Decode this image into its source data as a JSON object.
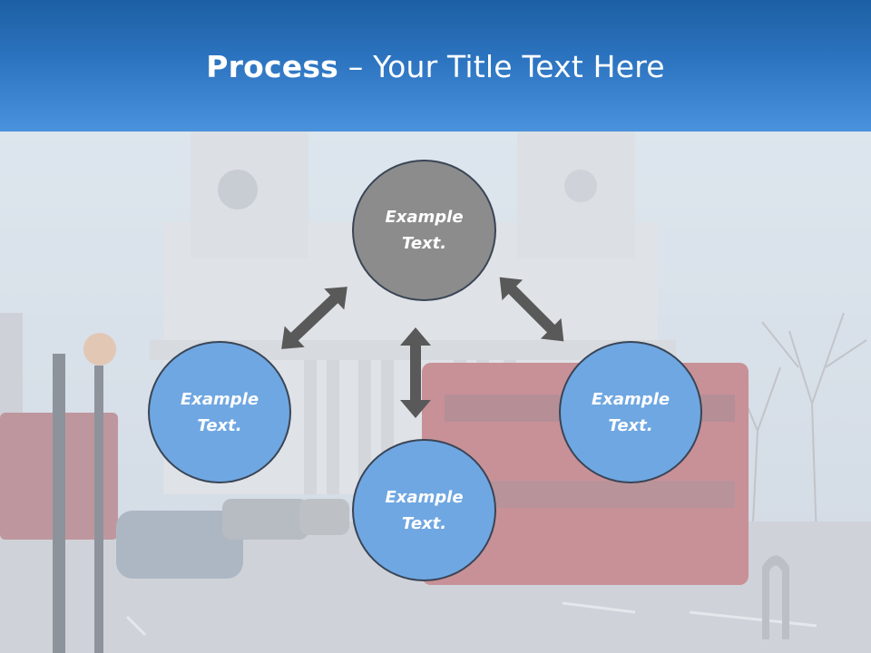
{
  "slide": {
    "title_bold": "Process",
    "title_rest": " – Your Title Text Here"
  },
  "diagram": {
    "top": {
      "line1": "Example",
      "line2": "Text."
    },
    "left": {
      "line1": "Example",
      "line2": "Text."
    },
    "right": {
      "line1": "Example",
      "line2": "Text."
    },
    "bottom": {
      "line1": "Example",
      "line2": "Text."
    }
  },
  "colors": {
    "header_blue": "#2c74c0",
    "circle_gray": "#8c8c8c",
    "circle_blue": "#6fa7e2",
    "arrow_gray": "#595959"
  }
}
